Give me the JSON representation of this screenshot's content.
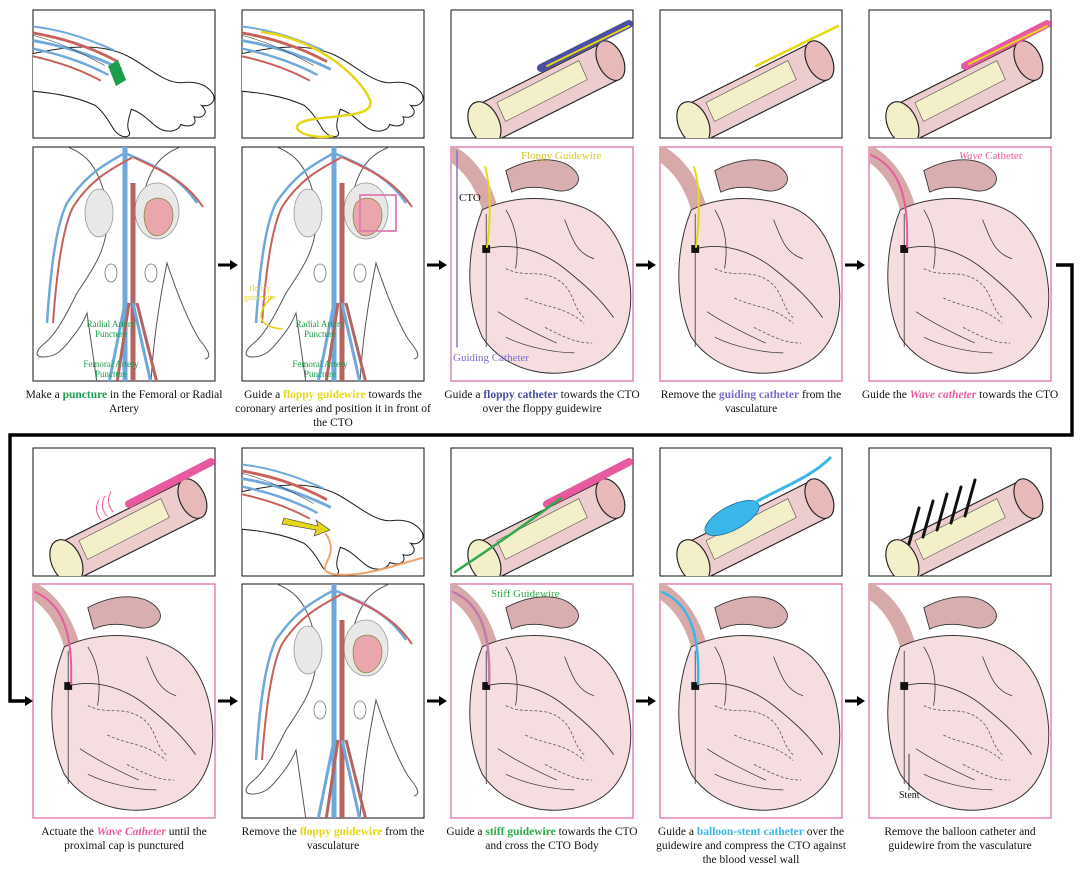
{
  "colors": {
    "accent_frame": "#e07bb0",
    "puncture": "#1a9e4b",
    "floppy_guidewire": "#e6d619",
    "floppy_catheter": "#4a4fa0",
    "guiding_catheter": "#7a6ec8",
    "wave_catheter": "#e85aa0",
    "stiff_guidewire": "#2fa84a",
    "balloon_stent": "#3bb6e8",
    "artery_red": "#c9605a",
    "vein_blue": "#6fa8dc",
    "heart_fill": "#f6dde0",
    "vessel_fill": "#eccccc",
    "cto_fill": "#f3efc8"
  },
  "panels": [
    {
      "caption": {
        "pre": "Make a ",
        "highlight": "puncture",
        "post": " in the Femoral or Radial Artery",
        "style": "hl",
        "color_key": "puncture"
      },
      "labels": {
        "radial": "Radial Artery Puncture",
        "femoral": "Femoral Artery Puncture"
      }
    },
    {
      "caption": {
        "pre": "Guide a ",
        "highlight": "floppy guidewire",
        "post": " towards the coronary arteries and position it in front of the CTO",
        "style": "hl",
        "color_key": "floppy_guidewire"
      },
      "labels": {
        "floppy": "floppy guidewire",
        "radial": "Radial Artery Puncture",
        "femoral": "Femoral Artery Puncture"
      }
    },
    {
      "caption": {
        "pre": "Guide a ",
        "highlight": "floppy catheter",
        "post": " towards the CTO over the floppy guidewire",
        "style": "hl",
        "color_key": "floppy_catheter"
      },
      "labels": {
        "floppy": "Floppy Guidewire",
        "cto": "CTO",
        "guiding": "Guiding Catheter"
      }
    },
    {
      "caption": {
        "pre": "Remove the ",
        "highlight": "guiding catheter",
        "post": " from the vasculature",
        "style": "hl",
        "color_key": "guiding_catheter"
      }
    },
    {
      "caption": {
        "pre": "Guide the ",
        "highlight": "Wave catheter",
        "post": " towards the CTO",
        "style": "hl-it",
        "color_key": "wave_catheter"
      },
      "labels": {
        "wave_it": "Wave",
        "wave_rest": " Catheter"
      }
    },
    {
      "caption": {
        "pre": "Actuate the ",
        "highlight": "Wave Catheter",
        "post": " until the proximal cap is punctured",
        "style": "hl-it",
        "color_key": "wave_catheter"
      }
    },
    {
      "caption": {
        "pre": "Remove the ",
        "highlight": "floppy guidewire",
        "post": " from the vasculature",
        "style": "hl",
        "color_key": "floppy_guidewire"
      }
    },
    {
      "caption": {
        "pre": "Guide a ",
        "highlight": "stiff guidewire",
        "post": " towards the CTO and cross the CTO Body",
        "style": "hl",
        "color_key": "stiff_guidewire"
      },
      "labels": {
        "stiff": "Stiff Guidewire"
      }
    },
    {
      "caption": {
        "pre": "Guide a ",
        "highlight": "balloon-stent catheter",
        "post": " over the guidewire and compress the CTO against the blood vessel wall",
        "style": "hl",
        "color_key": "balloon_stent"
      }
    },
    {
      "caption": {
        "pre": "Remove the balloon catheter and guidewire from the vasculature",
        "highlight": "",
        "post": "",
        "style": "hl",
        "color_key": "puncture"
      },
      "labels": {
        "stent": "Stent"
      }
    }
  ]
}
